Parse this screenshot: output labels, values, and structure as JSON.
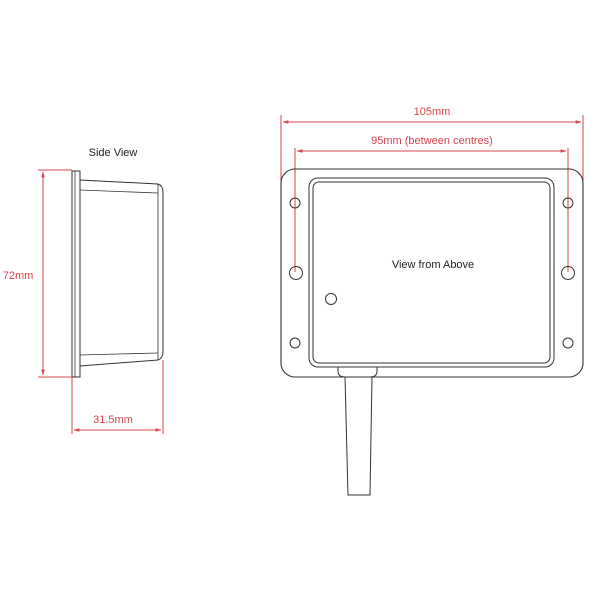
{
  "diagram": {
    "side_view": {
      "title": "Side View",
      "height_label": "72mm",
      "depth_label": "31.5mm"
    },
    "top_view": {
      "title": "View from Above",
      "width_label": "105mm",
      "hole_spacing_label": "95mm (between centres)"
    },
    "colors": {
      "outline": "#333333",
      "dimension": "#d9434b",
      "text_black": "#222222"
    }
  }
}
